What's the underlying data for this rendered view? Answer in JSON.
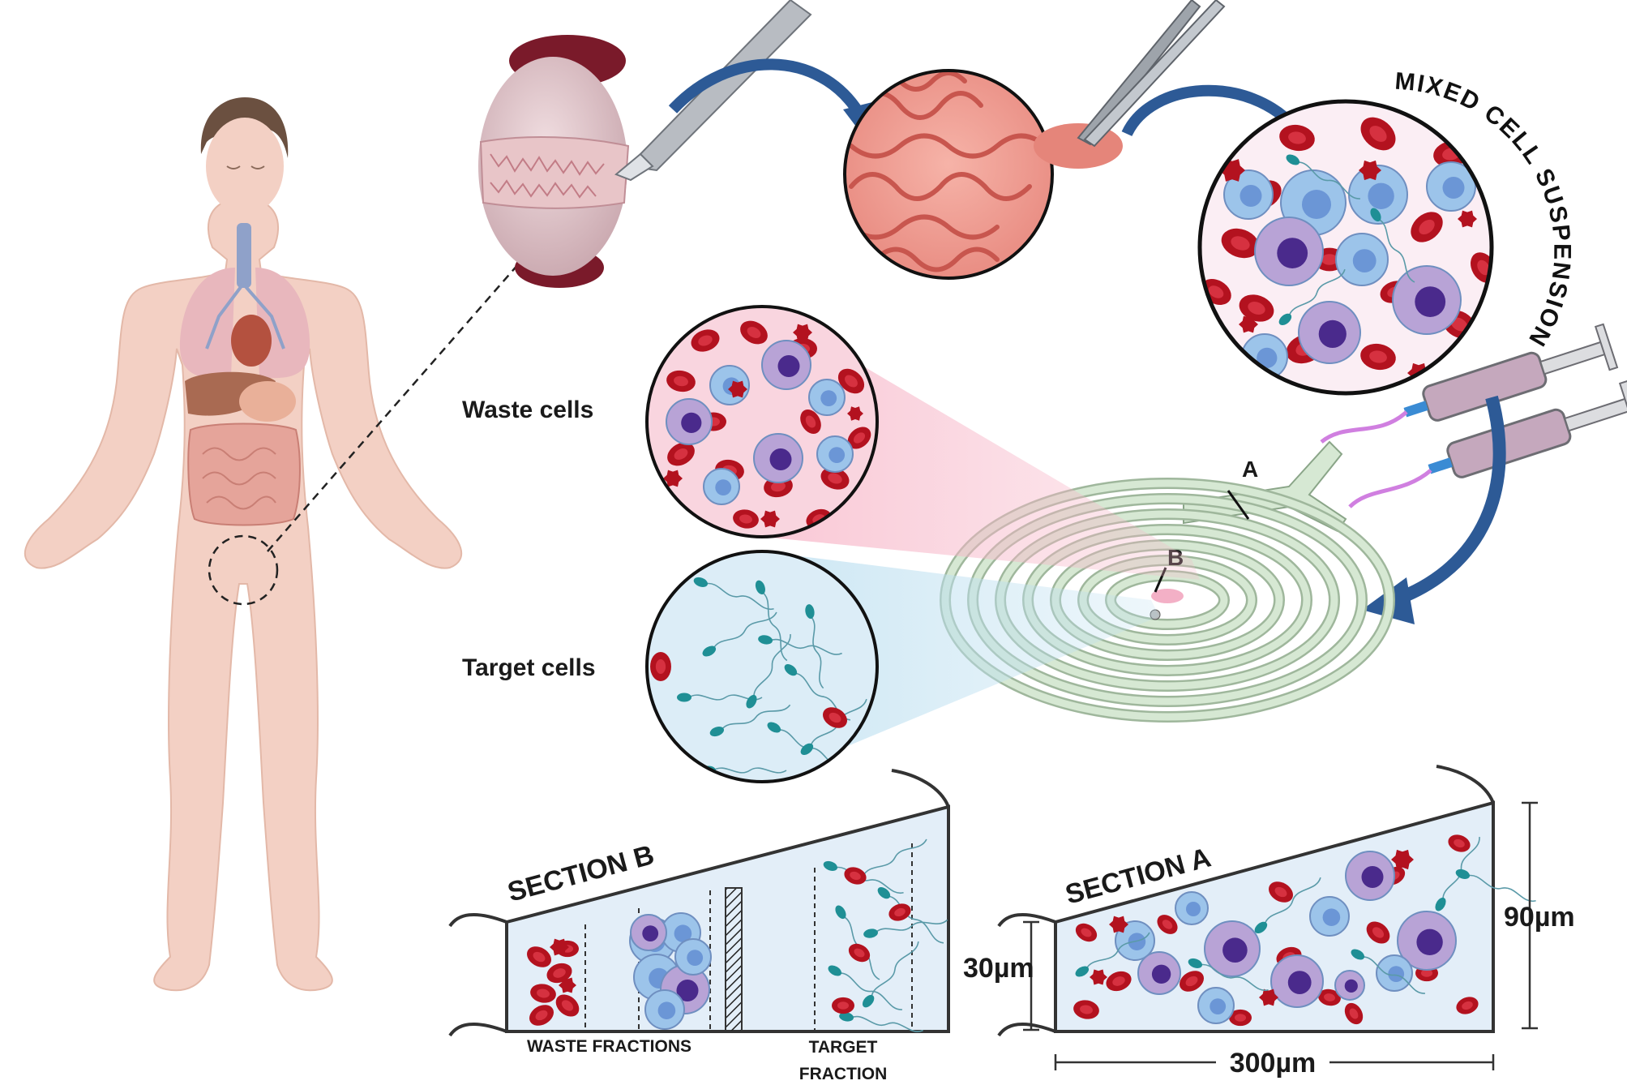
{
  "labels": {
    "mixed_cell_suspension": "MIXED CELL SUSPENSION",
    "waste_cells": "Waste cells",
    "target_cells": "Target cells",
    "marker_a": "A",
    "marker_b": "B",
    "section_b": "SECTION B",
    "section_a": "SECTION A",
    "waste_fractions": "WASTE FRACTIONS",
    "target_fraction_line1": "TARGET",
    "target_fraction_line2": "FRACTION",
    "dim_30": "30µm",
    "dim_90": "90µm",
    "dim_300": "300µm"
  },
  "colors": {
    "rbc": "#b3121f",
    "wbc_blue": "#9cc4ea",
    "wbc_purple": "#b8a3d6",
    "sperm": "#1f8f95",
    "arrow": "#2d5a96",
    "device": "#d6e8d3",
    "waste_bg": "#f9d5df",
    "target_bg": "#dcedf7"
  }
}
